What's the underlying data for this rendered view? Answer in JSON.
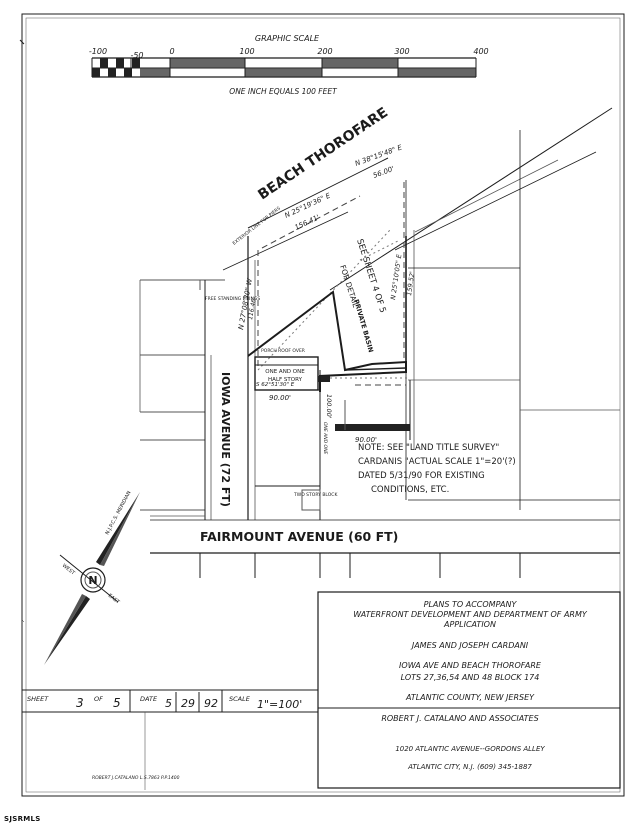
{
  "graphic_scale": {
    "title": "GRAPHIC SCALE",
    "ticks": [
      "-100",
      "-50",
      "0",
      "100",
      "200",
      "300",
      "400"
    ],
    "note": "ONE INCH EQUALS 100 FEET"
  },
  "streets": {
    "beach": "BEACH THOROFARE",
    "iowa": "IOWA AVENUE (72 FT)",
    "fairmount": "FAIRMOUNT AVENUE (60 FT)"
  },
  "bearings": {
    "b1": "N 38°15'48\" E",
    "b1_dist": "56.00'",
    "b2": "N 25°19'36\" E",
    "b2_dist": "156.41'",
    "west_line": "N 27°08'30\" W",
    "west_dist": "116.46'",
    "right_line": "N 25°10'05\" E",
    "right_dist": "159.52'",
    "south_line": "S 62°51'30\" E",
    "dist_90": "90.00'",
    "dist_90b": "90.00'",
    "dist_100": "100.00'"
  },
  "annotations": {
    "exterior_line": "EXTERIOR LINE FOR PIERS",
    "free_standing": "FREE STANDING PILINGS",
    "porch": "PORCH ROOF OVER",
    "house_line1": "ONE AND ONE",
    "house_line2": "HALF STORY",
    "see_sheet": "SEE SHEET 4 OF 5",
    "for_detail": "FOR DETAIL",
    "private_basin": "PRIVATE BASIN",
    "two_story": "TWO STORY BLOCK",
    "note_lines": [
      "NOTE: SEE \"LAND TITLE SURVEY\"",
      "CARDANIS \"ACTUAL SCALE 1\"=20'(?)",
      "DATED 5/31/90 FOR EXISTING",
      "CONDITIONS, ETC."
    ]
  },
  "north_arrow": {
    "meridian": "N.J.P.C.S. MERIDIAN",
    "letter": "N",
    "east": "EAST",
    "west": "WEST"
  },
  "title_block": {
    "line1": "PLANS TO ACCOMPANY",
    "line2": "WATERFRONT DEVELOPMENT AND DEPARTMENT OF ARMY",
    "line3": "APPLICATION",
    "owner": "JAMES AND JOSEPH CARDANI",
    "location": "IOWA AVE AND BEACH THOROFARE",
    "lots": "LOTS 27,36,54 AND 48 BLOCK 174",
    "county": "ATLANTIC COUNTY, NEW JERSEY",
    "firm": "ROBERT J. CATALANO AND ASSOCIATES",
    "address1": "1020 ATLANTIC AVENUE--GORDONS ALLEY",
    "address2": "ATLANTIC CITY, N.J. (609) 345-1887"
  },
  "sheet_info": {
    "sheet_label": "SHEET",
    "sheet_num": "3",
    "of_label": "OF",
    "of_num": "5",
    "date_label": "DATE",
    "date_m": "5",
    "date_d": "29",
    "date_y": "92",
    "scale_label": "SCALE",
    "scale_val": "1\"=100'"
  },
  "engineer_sig": "ROBERT J.CATALANO L.S.7863 P.P.1400",
  "footer_mark": "SJSRMLS"
}
